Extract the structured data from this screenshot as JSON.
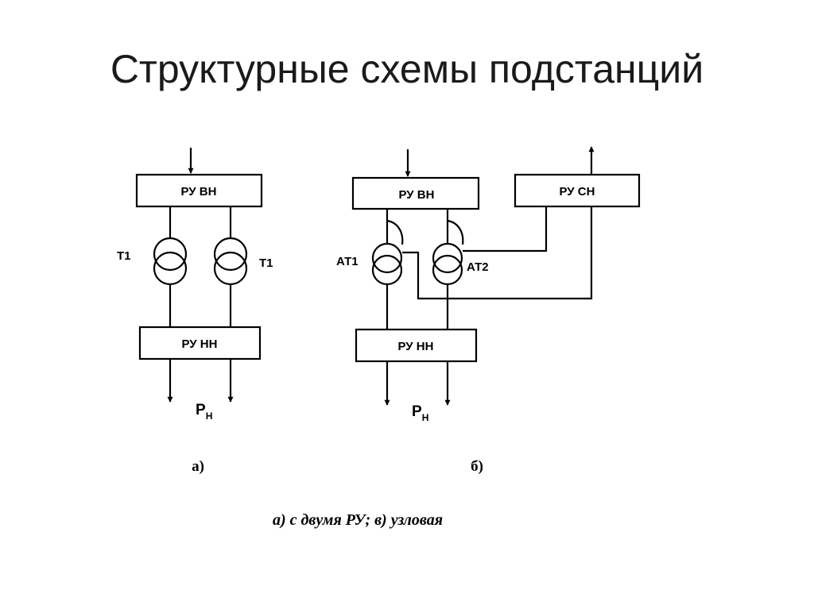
{
  "title": "Структурные схемы подстанций",
  "diagram_a": {
    "box_top": "РУ ВН",
    "box_bottom": "РУ НН",
    "t_left": "T1",
    "t_right": "T1",
    "p_main": "P",
    "p_sub": "Н",
    "caption": "а)"
  },
  "diagram_b": {
    "box_top": "РУ ВН",
    "box_mid": "РУ СН",
    "box_bottom": "РУ НН",
    "at_left": "АТ1",
    "at_right": "АТ2",
    "p_main": "P",
    "p_sub": "Н",
    "caption": "б)"
  },
  "subcaption": "а) с двумя РУ; в) узловая"
}
